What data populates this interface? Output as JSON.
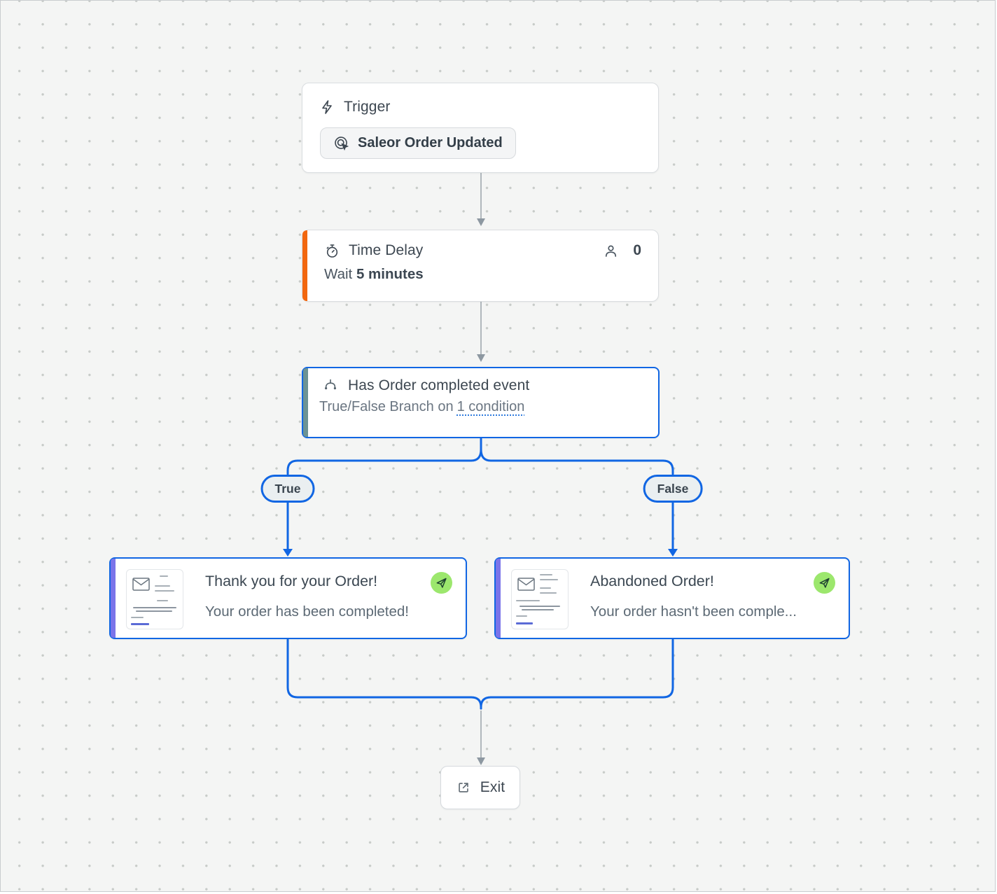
{
  "workflow": {
    "trigger": {
      "title": "Trigger",
      "event_button": "Saleor Order Updated"
    },
    "delay": {
      "title": "Time Delay",
      "wait_prefix": "Wait",
      "wait_value": "5 minutes",
      "user_count": "0"
    },
    "branch": {
      "title": "Has Order completed event",
      "condition_prefix": "True/False Branch on",
      "condition_link": "1 condition"
    },
    "branch_true_label": "True",
    "branch_false_label": "False",
    "email_true": {
      "title": "Thank you for your Order!",
      "subtitle": "Your order has been completed!"
    },
    "email_false": {
      "title": "Abandoned Order!",
      "subtitle": "Your order hasn't been comple..."
    },
    "exit_label": "Exit"
  },
  "icons": {
    "trigger_header": "lightning-icon",
    "trigger_button": "click-target-icon",
    "delay": "stopwatch-icon",
    "delay_count": "user-icon",
    "branch": "branch-split-icon",
    "email_badge": "send-paper-plane-icon",
    "email_thumbnail": "envelope-icon",
    "exit": "external-link-icon"
  },
  "colors": {
    "canvas_bg": "#f4f5f4",
    "dot_grid": "#c7cbc8",
    "accent_blue": "#1166e3",
    "edge_gray": "#99a2aa",
    "stripe_orange": "#f2670f",
    "stripe_teal": "#6c9394",
    "stripe_purple": "#7b74e9",
    "badge_green": "#9ce76d"
  }
}
